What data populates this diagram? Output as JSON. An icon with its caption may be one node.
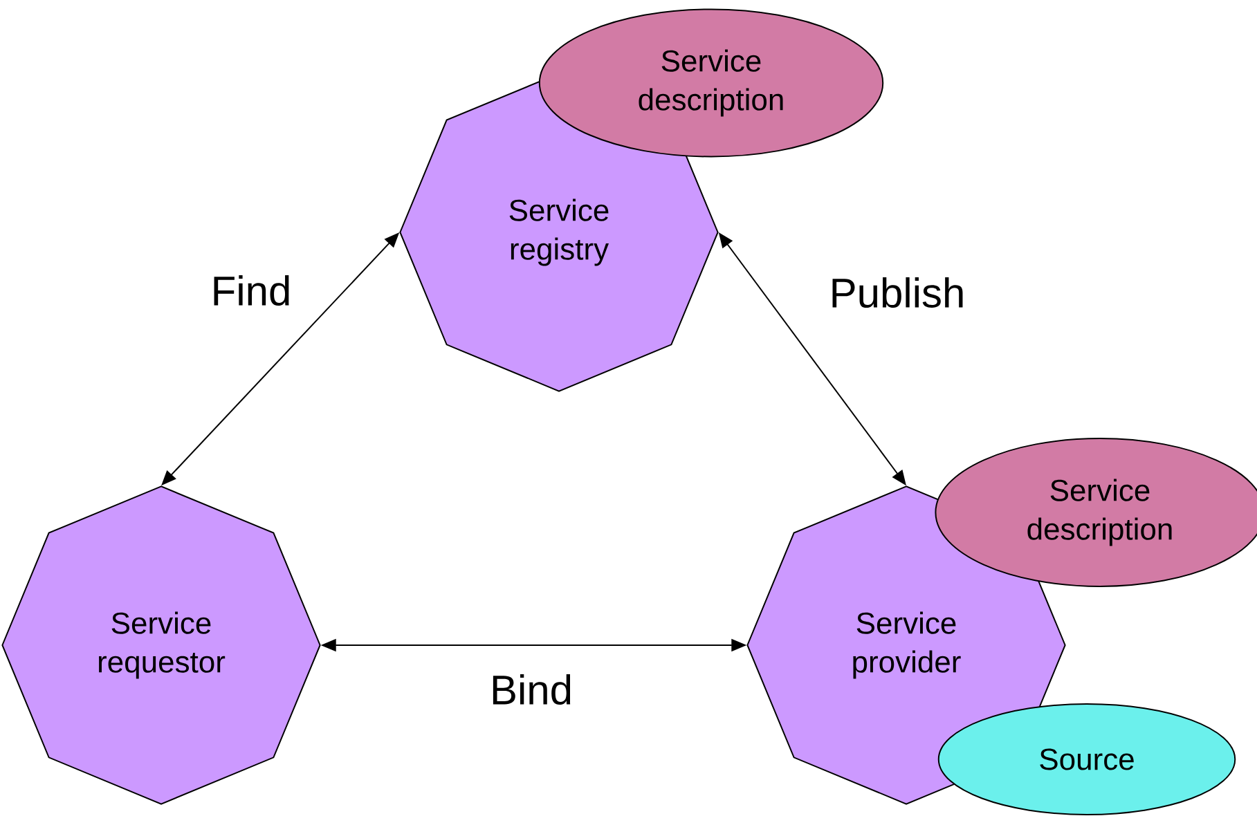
{
  "diagram": {
    "nodes": [
      {
        "text": [
          "Service description"
        ]
      },
      {
        "text": [
          "Service registry"
        ]
      },
      {
        "text": [
          "Service requestor"
        ]
      },
      {
        "text": [
          "Service provider"
        ]
      },
      {
        "text": [
          "Service description"
        ]
      },
      {
        "text": [
          "Source"
        ]
      }
    ],
    "edges": [
      {
        "from": 1,
        "to": 2,
        "arrow": "both",
        "label": "Find"
      },
      {
        "from": 1,
        "to": 3,
        "arrow": "both",
        "label": "Publish"
      },
      {
        "from": 2,
        "to": 3,
        "arrow": "both",
        "label": "Bind"
      }
    ]
  }
}
